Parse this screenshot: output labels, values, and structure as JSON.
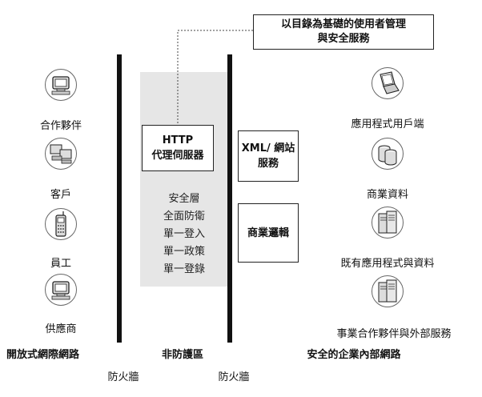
{
  "title_box": {
    "line1": "以目錄為基礎的使用者管理",
    "line2": "與安全服務"
  },
  "left_nodes": [
    {
      "label": "合作夥伴",
      "icon": "monitor-icon"
    },
    {
      "label": "客戶",
      "icon": "workstation-icon"
    },
    {
      "label": "員工",
      "icon": "mobile-phone-icon"
    },
    {
      "label": "供應商",
      "icon": "monitor-icon"
    }
  ],
  "right_nodes": [
    {
      "label": "應用程式用戶端",
      "icon": "laptop-icon"
    },
    {
      "label": "商業資料",
      "icon": "database-icon"
    },
    {
      "label": "既有應用程式與資料",
      "icon": "server-icon"
    },
    {
      "label": "事業合作夥伴與外部服務",
      "icon": "server-icon"
    }
  ],
  "http_box": {
    "line1": "HTTP",
    "line2": "代理伺服器"
  },
  "xml_box": {
    "line1": "XML/ 網站",
    "line2": "服務"
  },
  "biz_box": {
    "label": "商業邏輯"
  },
  "security": {
    "title": "安全層",
    "items": [
      "全面防衛",
      "單一登入",
      "單一政策",
      "單一登錄"
    ]
  },
  "zones": {
    "open": "開放式網際網路",
    "dmz": "非防護區",
    "internal": "安全的企業內部網路"
  },
  "firewalls": {
    "left": "防火牆",
    "right": "防火牆"
  }
}
